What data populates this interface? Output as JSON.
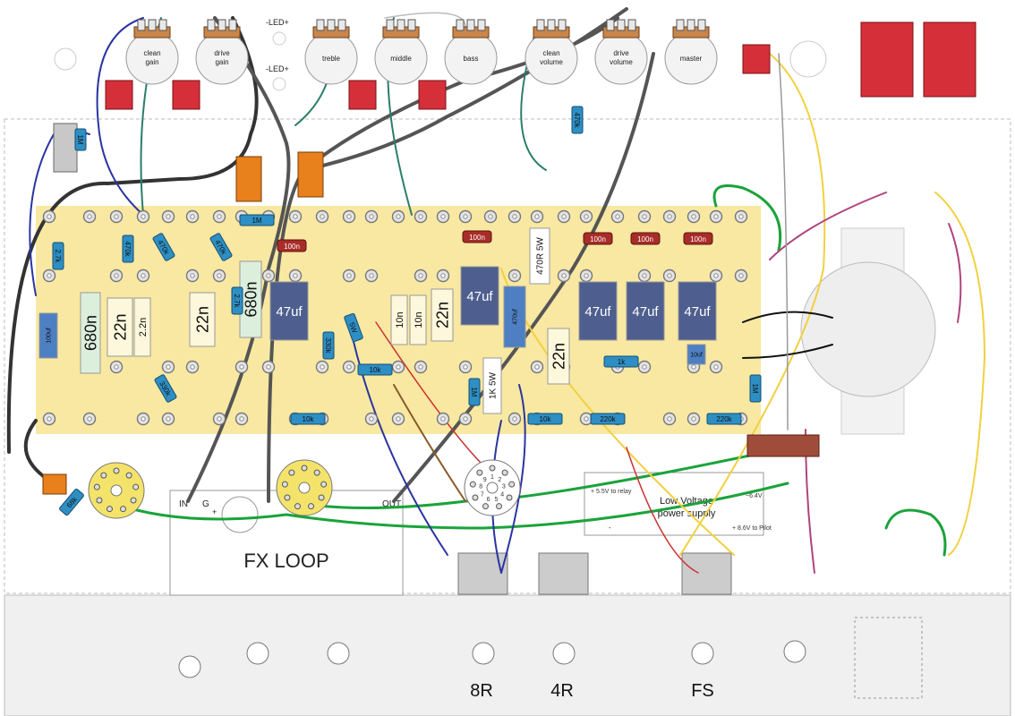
{
  "pots": [
    "clean gain",
    "drive gain",
    "treble",
    "middle",
    "bass",
    "clean volume",
    "drive volume",
    "master"
  ],
  "led_label": "-LED+",
  "caps_big": [
    "680n",
    "22n",
    "22n",
    "680n",
    "22n",
    "22n"
  ],
  "caps_small": [
    "2.2n",
    "10n",
    "10n"
  ],
  "electrolytics": [
    "47uf",
    "47uf",
    "47uf",
    "47uf",
    "47uf"
  ],
  "small_electrolytics": [
    "100uf",
    "470uf",
    "10uf"
  ],
  "red_caps": [
    "100n",
    "100n",
    "100n",
    "100n",
    "100n"
  ],
  "resistors": [
    "1M",
    "2.7k",
    "470k",
    "470k",
    "470k",
    "2.7k",
    "10k",
    "10k",
    "330k",
    "220k",
    "10k",
    "1M",
    "1k",
    "5W",
    "220k",
    "330k",
    "1M",
    "68k",
    "470k",
    "1M"
  ],
  "power_resistor": "470R 5W",
  "r5w": "1K 5W",
  "fx_loop": {
    "title": "FX LOOP",
    "in": "IN",
    "g": "G",
    "out": "OUT",
    "plus": "+"
  },
  "psu": {
    "title": "Low Voltage\npower supply",
    "line1": "+ 5.5V to relay",
    "line2": "+ 8.6V to Pilot",
    "minus": "-",
    "ac": "~6.4V"
  },
  "jacks": [
    "8R",
    "4R",
    "FS"
  ],
  "socket_pins": [
    "1",
    "2",
    "3",
    "4",
    "5",
    "6",
    "7",
    "8",
    "9"
  ],
  "colors": {
    "board": "#f8e8a2",
    "electrolytic": "#4e5e8e",
    "resistor": "#2d8fc4",
    "relay": "#d5303a",
    "orange": "#e8801c",
    "wire_green": "#1aa33a"
  }
}
